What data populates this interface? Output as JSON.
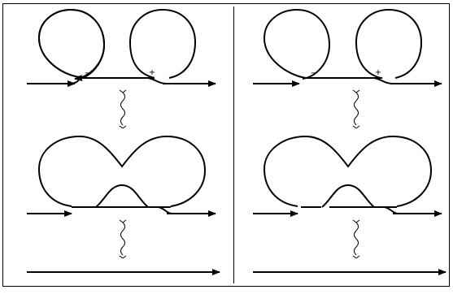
{
  "figure": {
    "panels": [
      {
        "id": "left",
        "crossing_signs": {
          "minus": "−",
          "plus": "+"
        },
        "stages": [
          "two-loops",
          "merged-loops",
          "straight-line"
        ]
      },
      {
        "id": "right",
        "crossing_signs": {
          "minus": "−",
          "plus": "+"
        },
        "stages": [
          "two-loops",
          "merged-loops",
          "straight-line"
        ]
      }
    ],
    "colors": {
      "stroke": "#000000",
      "frame": "#000000",
      "background": "#ffffff"
    }
  }
}
